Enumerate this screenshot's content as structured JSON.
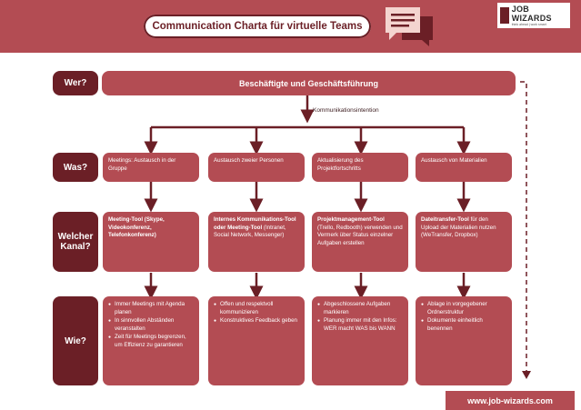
{
  "header": {
    "title": "Communication Charta für virtuelle Teams",
    "logo_name": "JOB WIZARDS",
    "logo_tagline": "think ahead | work smart",
    "icon": "chat-bubbles-icon"
  },
  "rows": {
    "wer": "Wer?",
    "was": "Was?",
    "kanal": "Welcher Kanal?",
    "wie": "Wie?"
  },
  "banner": "Beschäftigte und Geschäftsführung",
  "intention_label": "Kommunikationsintention",
  "columns": [
    {
      "was": "Meetings: Austausch in der Gruppe",
      "kanal": "Meeting-Tool (Skype, Videokonferenz, Telefonkonferenz)",
      "wie": [
        "Immer Meetings mit Agenda planen",
        "In sinnvollen Abständen veranstalten",
        "Zeit für Meetings begrenzen, um Effizienz zu garantieren"
      ]
    },
    {
      "was": "Austausch zweier Personen",
      "kanal_bold": "Internes Kommunikations-Tool oder Meeting-Tool",
      "kanal_rest": " (Intranet, Social Network, Messenger)",
      "wie": [
        "Offen und respektvoll kommunizieren",
        "Konstruktives Feedback geben"
      ]
    },
    {
      "was": "Aktualisierung des Projektfortschritts",
      "kanal_bold": "Projektmanagement-Tool",
      "kanal_rest": " (Trello, Redbooth) verwenden und Vermerk über Status einzelner Aufgaben erstellen",
      "wie": [
        "Abgeschlossene Aufgaben markieren",
        "Planung immer mit den Infos: WER macht WAS bis WANN"
      ]
    },
    {
      "was": "Austausch von Materialien",
      "kanal_bold": "Dateitransfer-Tool",
      "kanal_rest": " für den Upload der Materialien nutzen (WeTransfer, Dropbox)",
      "wie": [
        "Ablage in vorgegebener Ordnerstruktur",
        "Dokumente einheitlich benennen"
      ]
    }
  ],
  "footer": "www.job-wizards.com",
  "colors": {
    "primary": "#b34c53",
    "dark": "#6b1f26"
  }
}
